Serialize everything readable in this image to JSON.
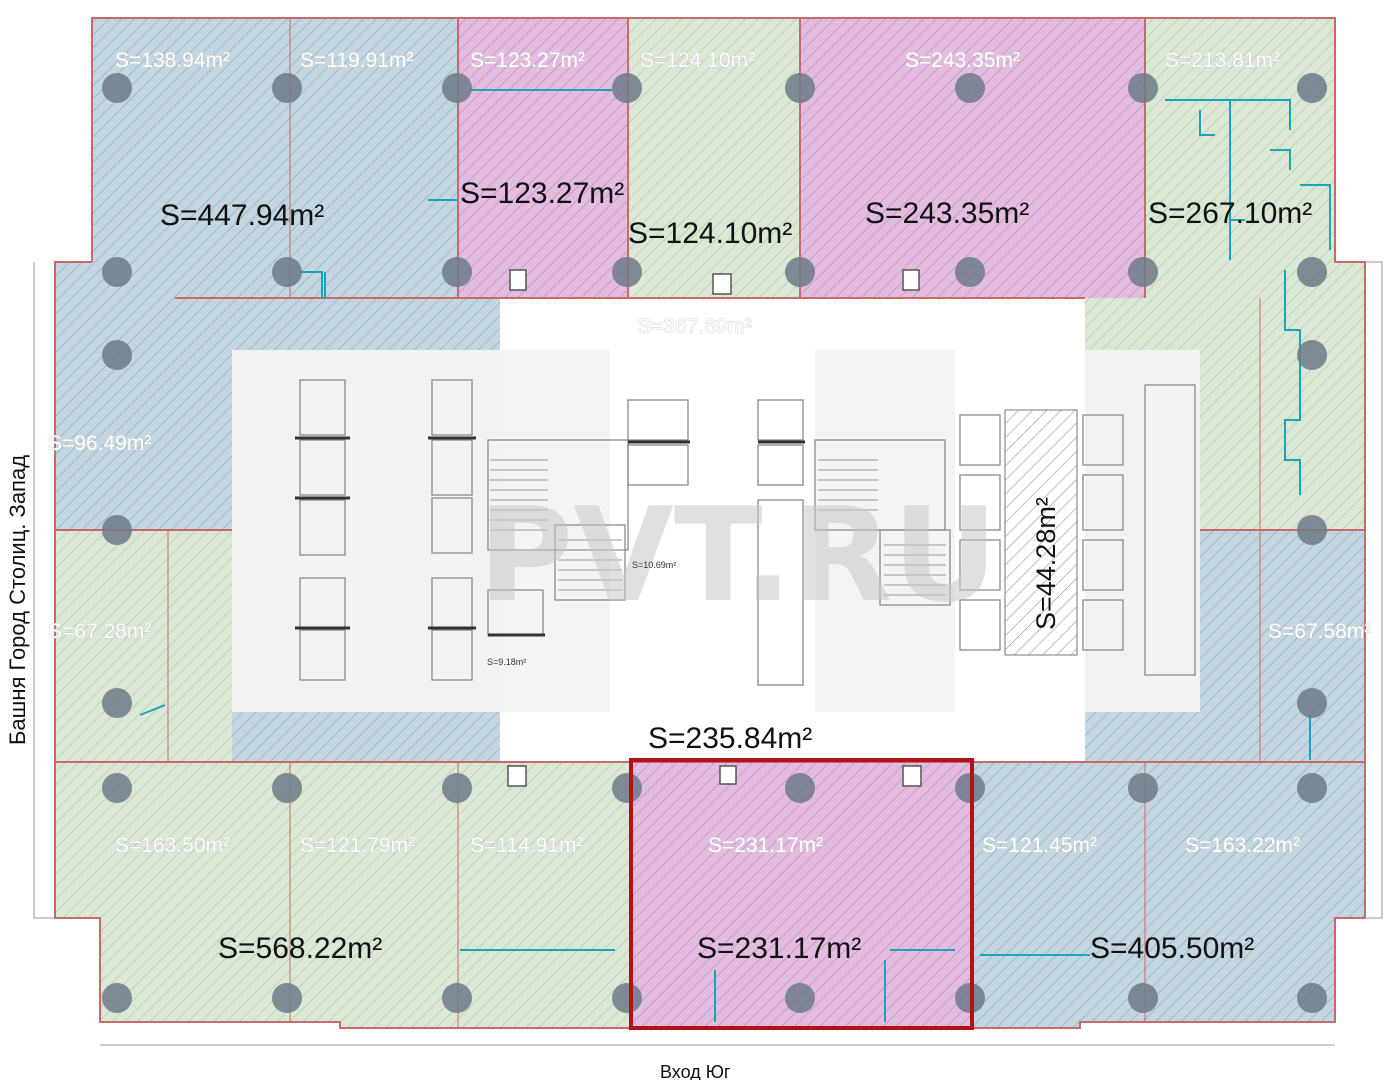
{
  "colors": {
    "blue_zone": "#b9cfdb",
    "green_zone": "#d4e3cd",
    "pink_zone": "#dba9d6",
    "wall_red": "#c96a6a",
    "column": "#6d7a88",
    "cyan_line": "#1aa6b8",
    "highlight": "#b0121a"
  },
  "watermark": "PVT.RU",
  "side_label": "Башня Город Столиц. Запад",
  "bottom_label": "Вход  Юг",
  "zones": {
    "nw": {
      "large": "S=447.94m²",
      "sub_a": "S=138.94m²",
      "sub_b": "S=119.91m²"
    },
    "n1": {
      "large": "S=123.27m²",
      "sub": "S=123.27m²"
    },
    "n2": {
      "large": "S=124.10m²",
      "sub": "S=124.10m²"
    },
    "n3": {
      "large": "S=243.35m²",
      "sub": "S=243.35m²"
    },
    "ne": {
      "large": "S=267.10m²",
      "sub": "S=213.81m²"
    },
    "west_upper": {
      "sub": "S=96.49m²"
    },
    "west_lower": {
      "sub": "S=67.28m²"
    },
    "east_lower": {
      "sub": "S=67.58m²"
    },
    "core_top": {
      "sub": "S=367.69m²"
    },
    "core_main": {
      "large": "S=235.84m²"
    },
    "core_east": {
      "large": "S=44.28m²"
    },
    "core_small_a": {
      "sub": "S=10.69m²"
    },
    "core_small_b": {
      "sub": "S=9.18m²"
    },
    "sw": {
      "large": "S=568.22m²",
      "sub_a": "S=163.50m²",
      "sub_b": "S=121.79m²",
      "sub_c": "S=114.91m²"
    },
    "s_selected": {
      "large": "S=231.17m²",
      "sub": "S=231.17m²"
    },
    "se": {
      "large": "S=405.50m²",
      "sub_a": "S=121.45m²",
      "sub_b": "S=163.22m²"
    }
  }
}
